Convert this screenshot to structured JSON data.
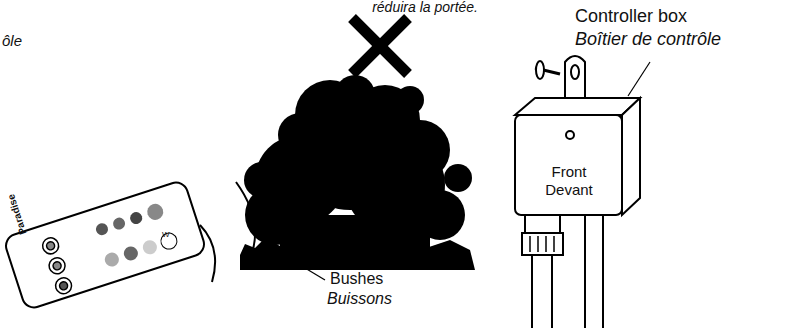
{
  "diagram": {
    "nodes": [
      {
        "text": [
          "Front",
          "Devant"
        ]
      }
    ],
    "labels": [
      "réduira la portée.",
      "ôle",
      "Controller box",
      "Boîtier de contrôle",
      "Bushes",
      "Buissons",
      "Paradise",
      "W"
    ]
  }
}
